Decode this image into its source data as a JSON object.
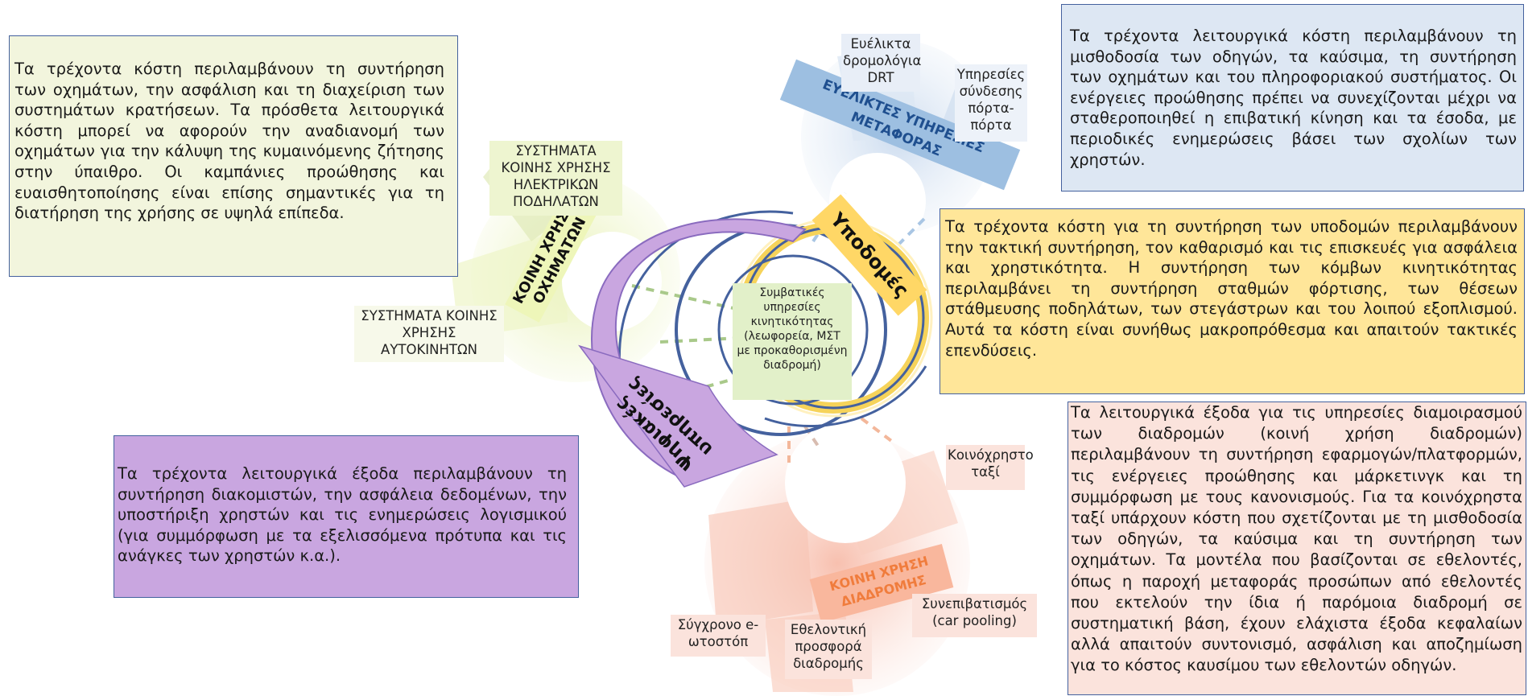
{
  "hub": {
    "label": "Συμβατικές υπηρεσίες κινητικότητας (λεωφορεία, ΜΣΤ με προκαθορισμένη διαδρομή)"
  },
  "bands": {
    "shared_vehicles": "ΚΟΙΝΗ ΧΡΗΣΗ ΟΧΗΜΑΤΩΝ",
    "flexible_transport": "ΕΥΕΛΙΚΤΕΣ ΥΠΗΡΕΣΙΕΣ ΜΕΤΑΦΟΡΑΣ",
    "infrastructure": "Υποδομές",
    "digital_services": "Ψηφιακές υπηρεσίες",
    "shared_route": "ΚΟΙΝΗ ΧΡΗΣΗ ΔΙΑΔΡΟΜΗΣ"
  },
  "labels": {
    "bike_sharing": "ΣΥΣΤΗΜΑΤΑ ΚΟΙΝΗΣ ΧΡΗΣΗΣ ΗΛΕΚΤΡΙΚΩΝ ΠΟΔΗΛΑΤΩΝ",
    "car_sharing": "ΣΥΣΤΗΜΑΤΑ ΚΟΙΝΗΣ ΧΡΗΣΗΣ ΑΥΤΟΚΙΝΗΤΩΝ",
    "drt": "Ευέλικτα δρομολόγια DRT",
    "door_to_door": "Υπηρεσίες σύνδεσης πόρτα-πόρτα",
    "shared_taxi": "Κοινόχρηστο ταξί",
    "hitchhiking": "Σύγχρονο e-ωτοστόπ",
    "volunteer": "Εθελοντική προσφορά διαδρομής",
    "carpool": "Συνεπιβατισμός (car pooling)"
  },
  "texts": {
    "shared_vehicles": "Τα τρέχοντα κόστη περιλαμβάνουν τη συντήρηση των οχημάτων, την ασφάλιση και τη διαχείριση των συστημάτων κρατήσεων. Τα πρόσθετα λειτουργικά κόστη μπορεί να αφορούν την αναδιανομή των οχημάτων για την κάλυψη της κυμαινόμενης ζήτησης στην ύπαιθρο. Οι καμπάνιες προώθησης και ευαισθητοποίησης είναι επίσης σημαντικές για τη διατήρηση της χρήσης σε υψηλά επίπεδα.",
    "flexible_transport": "Τα τρέχοντα λειτουργικά κόστη περιλαμβάνουν τη μισθοδοσία των οδηγών, τα καύσιμα, τη συντήρηση των οχημάτων και του πληροφοριακού συστήματος. Οι ενέργειες προώθησης πρέπει να συνεχίζονται μέχρι να σταθεροποιηθεί η επιβατική κίνηση και τα έσοδα, με περιοδικές ενημερώσεις βάσει των σχολίων των χρηστών.",
    "infrastructure": "Τα τρέχοντα κόστη για τη συντήρηση των υποδομών περιλαμβάνουν την τακτική συντήρηση, τον καθαρισμό και τις επισκευές για ασφάλεια και χρηστικότητα. Η συντήρηση των κόμβων κινητικότητας περιλαμβάνει τη συντήρηση σταθμών φόρτισης, των θέσεων στάθμευσης ποδηλάτων, των στεγάστρων και του λοιπού εξοπλισμού. Αυτά τα κόστη είναι συνήθως μακροπρόθεσμα και απαιτούν τακτικές επενδύσεις.",
    "digital_services": "Τα τρέχοντα λειτουργικά έξοδα περιλαμβάνουν τη συντήρηση διακομιστών, την ασφάλεια δεδομένων, την υποστήριξη χρηστών και τις ενημερώσεις λογισμικού (για συμμόρφωση με τα εξελισσόμενα πρότυπα και τις ανάγκες των χρηστών κ.α.).",
    "shared_route": "Τα λειτουργικά έξοδα για τις υπηρεσίες διαμοιρασμού των διαδρομών (κοινή χρήση διαδρομών) περιλαμβάνουν τη συντήρηση εφαρμογών/πλατφορμών, τις ενέργειες προώθησης και μάρκετινγκ και τη συμμόρφωση με τους κανονισμούς. Για τα κοινόχρηστα ταξί υπάρχουν κόστη που σχετίζονται με τη μισθοδοσία των οδηγών, τα καύσιμα και τη συντήρηση των οχημάτων. Τα μοντέλα που βασίζονται σε εθελοντές, όπως η παροχή μεταφοράς προσώπων από εθελοντές που εκτελούν την ίδια ή παρόμοια διαδρομή σε συστηματική βάση, έχουν ελάχιστα έξοδα κεφαλαίων αλλά απαιτούν συντονισμό, ασφάλιση και αποζημίωση για το κόστος καυσίμου των εθελοντών οδηγών."
  },
  "colors": {
    "green": "#f2f5dd",
    "blue": "#dde7f3",
    "yellow": "#ffe699",
    "purple": "#c9a6e0",
    "salmon": "#fbe3dc",
    "orange_text": "#f07c3c"
  }
}
